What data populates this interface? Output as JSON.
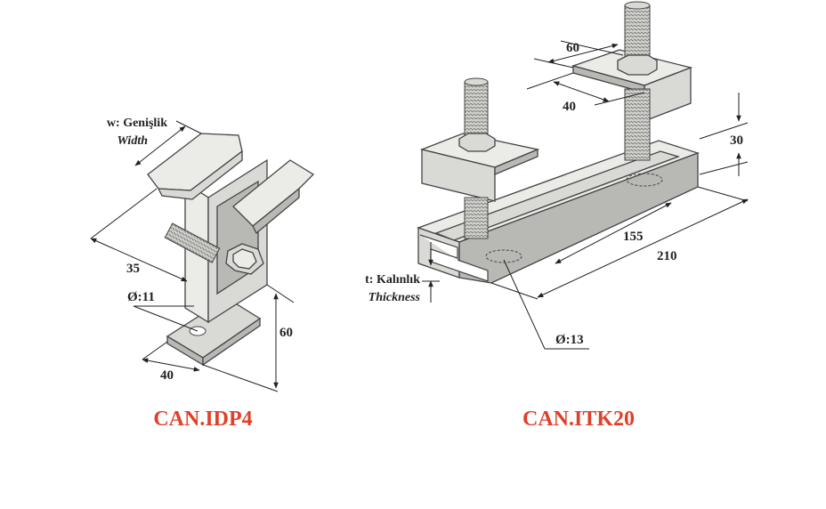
{
  "products": [
    {
      "code": "CAN.IDP4",
      "dimensions": {
        "width_label": "w: Genişlik",
        "width_label_en": "Width",
        "depth": "35",
        "hole": "Ø:11",
        "base": "40",
        "height": "60"
      }
    },
    {
      "code": "CAN.ITK20",
      "dimensions": {
        "plate_a": "60",
        "plate_b": "40",
        "height": "30",
        "inner_length": "155",
        "total_length": "210",
        "thickness_label": "t: Kalınlık",
        "thickness_label_en": "Thickness",
        "hole": "Ø:13"
      }
    }
  ],
  "colors": {
    "code_text": "#e0402b",
    "dimension_text": "#222222"
  }
}
